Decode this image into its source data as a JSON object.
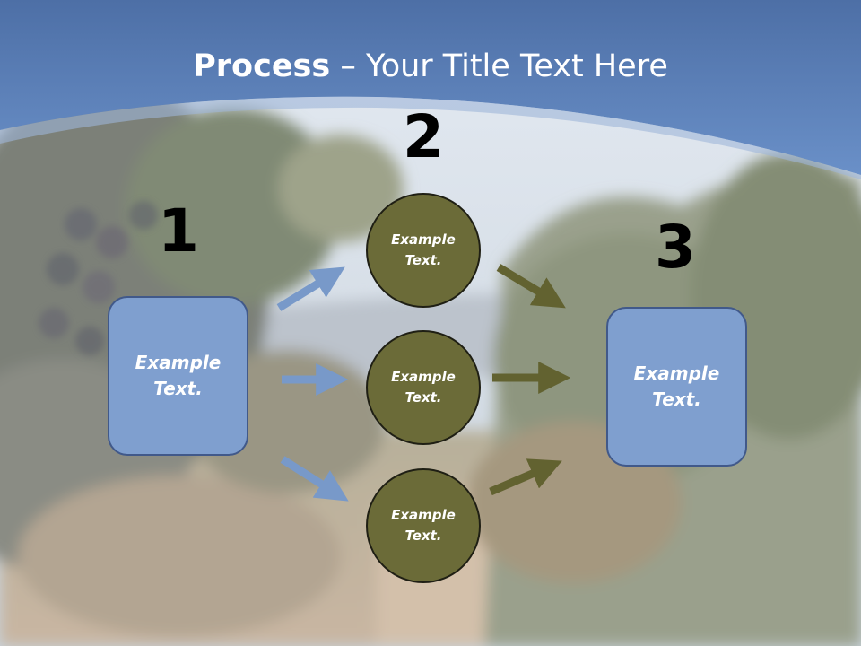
{
  "title": {
    "bold": "Process",
    "rest": " – Your Title Text Here"
  },
  "steps": [
    {
      "number": "1",
      "text": "Example Text."
    },
    {
      "number": "2",
      "items": [
        "Example Text.",
        "Example Text.",
        "Example Text."
      ]
    },
    {
      "number": "3",
      "text": "Example Text."
    }
  ],
  "colors": {
    "header_blue": "#5a7fb8",
    "box_fill": "#7f9fcf",
    "circle_fill": "#6b6b38",
    "blue_arrow": "#7899c9",
    "olive_arrow": "#626230"
  }
}
